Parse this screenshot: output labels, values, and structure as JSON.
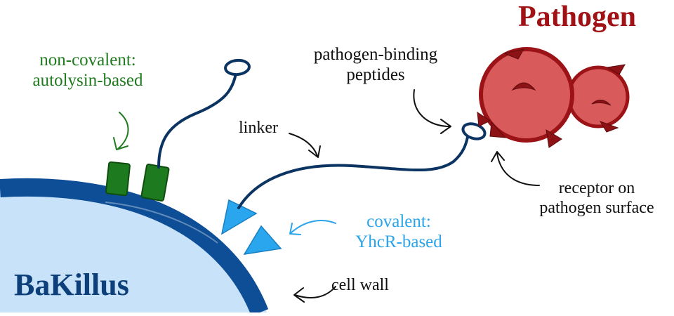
{
  "colors": {
    "cell_body": "#c7e2f9",
    "cell_wall": "#0d4e96",
    "linker": "#0b3463",
    "anchor_noncovalent": "#1e7a1e",
    "anchor_covalent": "#2aa6ee",
    "pathogen_fill": "#d95a5a",
    "pathogen_outline": "#9b1316",
    "receptor": "#8c1215",
    "label_noncovalent": "#1f7a1f",
    "label_covalent": "#2aa4ea",
    "label_bakillus": "#0d3f7a",
    "label_pathogen": "#a01216",
    "label_dark": "#111111"
  },
  "labels": {
    "noncovalent": [
      "non-covalent:",
      "autolysin-based"
    ],
    "pathogen_binding": [
      "pathogen-binding",
      "peptides"
    ],
    "linker": "linker",
    "receptor": [
      "receptor on",
      "pathogen surface"
    ],
    "covalent": [
      "covalent:",
      "YhcR-based"
    ],
    "cell_wall": "cell wall",
    "bakillus": "BaKillus",
    "pathogen": "Pathogen"
  }
}
